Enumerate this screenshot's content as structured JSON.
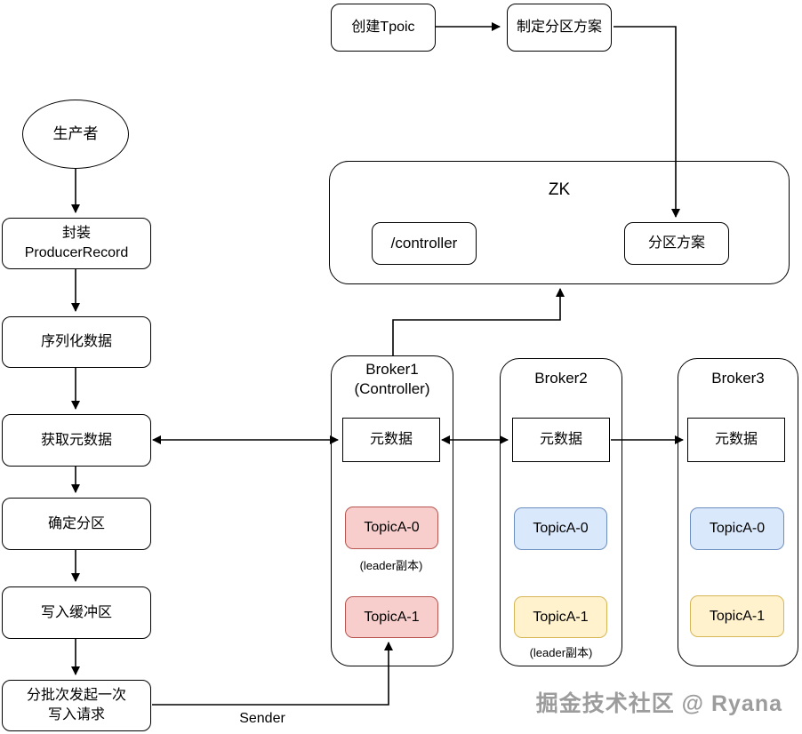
{
  "topic_flow": {
    "create_topic": "创建Tpoic",
    "make_partition_plan": "制定分区方案"
  },
  "producer_flow": {
    "producer": "生产者",
    "step_wrap_record": "封装\nProducerRecord",
    "step_serialize": "序列化数据",
    "step_fetch_metadata": "获取元数据",
    "step_determine_partition": "确定分区",
    "step_write_buffer": "写入缓冲区",
    "step_batch_request": "分批次发起一次\n写入请求"
  },
  "zk": {
    "title": "ZK",
    "controller_node": "/controller",
    "partition_plan_node": "分区方案"
  },
  "brokers": [
    {
      "title": "Broker1\n(Controller)",
      "metadata": "元数据",
      "topic0": "TopicA-0",
      "topic1": "TopicA-1",
      "leader_note": "(leader副本)"
    },
    {
      "title": "Broker2",
      "metadata": "元数据",
      "topic0": "TopicA-0",
      "topic1": "TopicA-1",
      "leader_note": "(leader副本)"
    },
    {
      "title": "Broker3",
      "metadata": "元数据",
      "topic0": "TopicA-0",
      "topic1": "TopicA-1"
    }
  ],
  "labels": {
    "sender": "Sender"
  },
  "watermark": "掘金技术社区 @ Ryana",
  "colors": {
    "line": "#000000",
    "node_fill": "#ffffff",
    "node_border": "#000000",
    "topic_red_fill": "#f8cecc",
    "topic_red_border": "#b85450",
    "topic_blue_fill": "#dae8fc",
    "topic_blue_border": "#6c8ebf",
    "topic_yellow_fill": "#fff2cc",
    "topic_yellow_border": "#d6b656",
    "watermark_color": "#9c9c9c"
  }
}
